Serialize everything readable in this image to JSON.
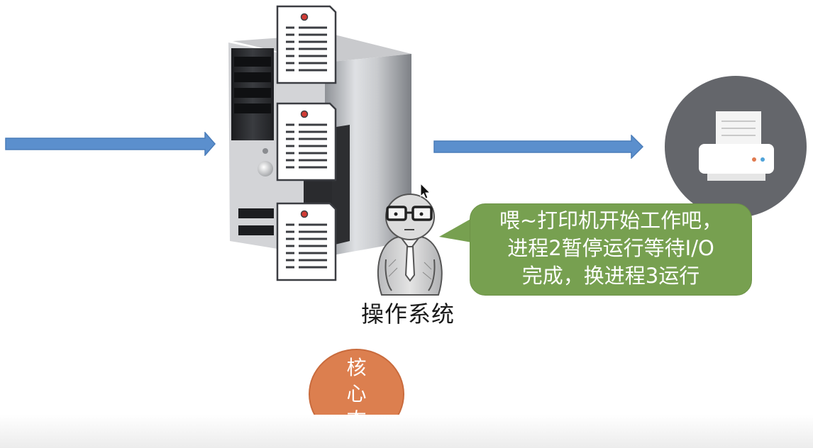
{
  "colors": {
    "arrow": "#5b8fcd",
    "bubble": "#77a050",
    "kernel_badge": "#dc7f4f",
    "printer_badge": "#64666b"
  },
  "icons": {
    "server": "computer-tower-icon",
    "documents": "document-icon",
    "printer": "printer-icon",
    "operating_system": "person-sketch-icon"
  },
  "speech_bubble": {
    "lines": [
      "喂~打印机开始工作吧，",
      "进程2暂停运行等待I/O",
      "完成，换进程3运行"
    ]
  },
  "os_label": "操作系统",
  "kernel_mode": {
    "chars": [
      "核",
      "心",
      "态"
    ]
  }
}
